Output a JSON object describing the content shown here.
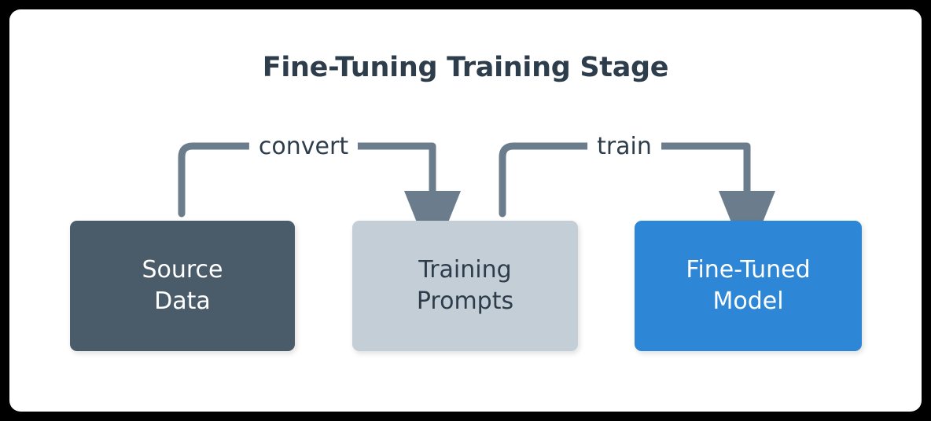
{
  "page": {
    "background": "#000000",
    "card_background": "#ffffff"
  },
  "title": "Fine-Tuning Training Stage",
  "diagram": {
    "type": "flowchart",
    "direction": "left-to-right",
    "nodes": [
      {
        "id": "source-data",
        "label": "Source\nData",
        "fill": "#4a5b69",
        "text_color": "#ffffff"
      },
      {
        "id": "training-prompts",
        "label": "Training\nPrompts",
        "fill": "#c3ced7",
        "text_color": "#2e3d4c"
      },
      {
        "id": "fine-tuned-model",
        "label": "Fine-Tuned\nModel",
        "fill": "#2e86d6",
        "text_color": "#ffffff"
      }
    ],
    "edges": [
      {
        "id": "convert",
        "label": "convert",
        "from": "source-data",
        "to": "training-prompts",
        "color": "#6b7d8c"
      },
      {
        "id": "train",
        "label": "train",
        "from": "training-prompts",
        "to": "fine-tuned-model",
        "color": "#6b7d8c"
      }
    ]
  }
}
